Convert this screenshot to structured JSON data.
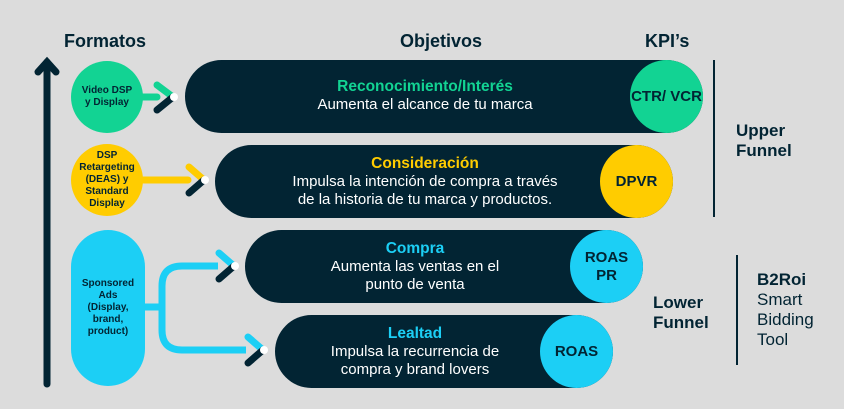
{
  "headers": {
    "formatos": "Formatos",
    "objetivos": "Objetivos",
    "kpis": "KPI’s"
  },
  "colors": {
    "dark": "#022433",
    "green": "#12d393",
    "yellow": "#ffcc00",
    "cyan": "#1ccff5",
    "background": "#dcdcdc"
  },
  "formats": [
    {
      "label": "Video DSP y Display"
    },
    {
      "label": "DSP Retargeting (DEAS) y Standard Display"
    },
    {
      "label": "Sponsored Ads (Display, brand, product)"
    }
  ],
  "objectives": [
    {
      "title": "Reconocimiento/Interés",
      "line1": "Aumenta el alcance de tu marca",
      "line2": "",
      "kpi": "CTR/ VCR"
    },
    {
      "title": "Consideración",
      "line1": "Impulsa la intención de compra a través",
      "line2": "de la historia de tu marca y productos.",
      "kpi": "DPVR"
    },
    {
      "title": "Compra",
      "line1": "Aumenta las ventas en el",
      "line2": "punto de venta",
      "kpi": "ROAS PR"
    },
    {
      "title": "Lealtad",
      "line1": "Impulsa la recurrencia de",
      "line2": "compra y brand lovers",
      "kpi": "ROAS"
    }
  ],
  "funnels": {
    "upper": "Upper Funnel",
    "lower": "Lower Funnel"
  },
  "tool": {
    "name": "B2Roi",
    "desc": "Smart Bidding Tool"
  }
}
